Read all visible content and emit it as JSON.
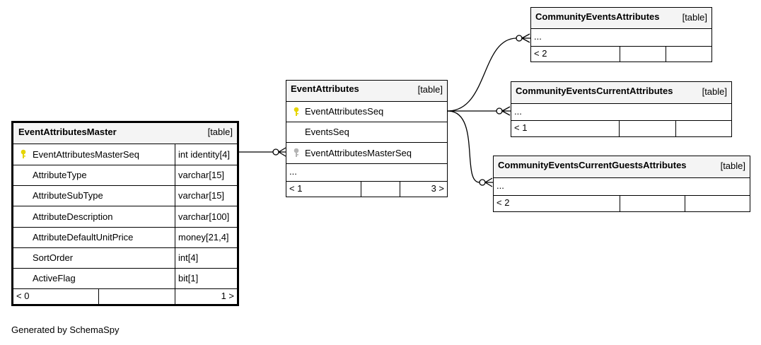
{
  "tables": {
    "master": {
      "name": "EventAttributesMaster",
      "tag": "[table]",
      "columns": [
        {
          "name": "EventAttributesMasterSeq",
          "type": "int identity[4]",
          "key": "primary"
        },
        {
          "name": "AttributeType",
          "type": "varchar[15]",
          "key": ""
        },
        {
          "name": "AttributeSubType",
          "type": "varchar[15]",
          "key": ""
        },
        {
          "name": "AttributeDescription",
          "type": "varchar[100]",
          "key": ""
        },
        {
          "name": "AttributeDefaultUnitPrice",
          "type": "money[21,4]",
          "key": ""
        },
        {
          "name": "SortOrder",
          "type": "int[4]",
          "key": ""
        },
        {
          "name": "ActiveFlag",
          "type": "bit[1]",
          "key": ""
        }
      ],
      "footer": {
        "left": "< 0",
        "right": "1 >"
      }
    },
    "event_attributes": {
      "name": "EventAttributes",
      "tag": "[table]",
      "columns": [
        {
          "name": "EventAttributesSeq",
          "key": "primary"
        },
        {
          "name": "EventsSeq",
          "key": ""
        },
        {
          "name": "EventAttributesMasterSeq",
          "key": "foreign"
        }
      ],
      "ellipsis": "...",
      "footer": {
        "left": "< 1",
        "right": "3 >"
      }
    },
    "community_events_attributes": {
      "name": "CommunityEventsAttributes",
      "tag": "[table]",
      "ellipsis": "...",
      "footer": {
        "left": "< 2"
      }
    },
    "community_events_current_attributes": {
      "name": "CommunityEventsCurrentAttributes",
      "tag": "[table]",
      "ellipsis": "...",
      "footer": {
        "left": "< 1"
      }
    },
    "community_events_current_guests_attributes": {
      "name": "CommunityEventsCurrentGuestsAttributes",
      "tag": "[table]",
      "ellipsis": "...",
      "footer": {
        "left": "< 2"
      }
    }
  },
  "colors": {
    "primary_key": "#e6d500",
    "foreign_key": "#b4b4b4",
    "header_bg": "#f4f4f4"
  },
  "footer_text": "Generated by SchemaSpy"
}
